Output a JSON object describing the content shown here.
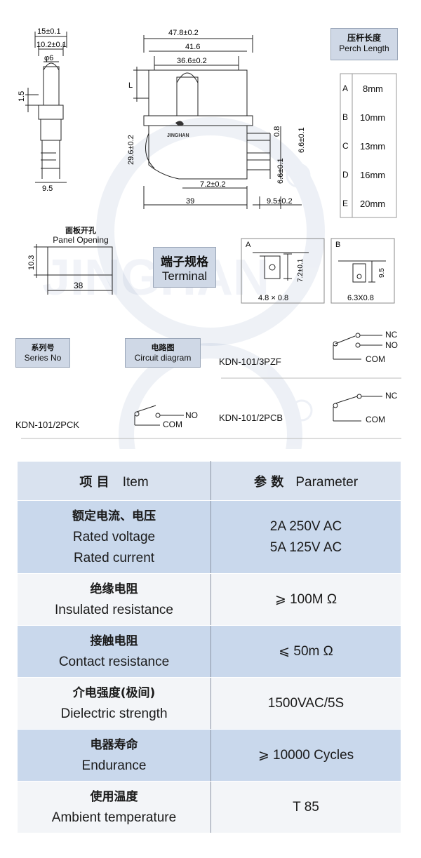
{
  "drawing": {
    "side_dims": [
      "15±0.1",
      "10.2±0.1",
      "φ6",
      "1.5",
      "9.5"
    ],
    "main_dims": [
      "47.8±0.2",
      "41.6",
      "36.6±0.2",
      "L",
      "29.6±0.2",
      "0.8",
      "6.6±0.1",
      "6.6±0.1",
      "7.2±0.2",
      "39",
      "9.5±0.2"
    ],
    "logo_text": "JINGHAN",
    "watermark_text": "JINGHAN"
  },
  "perch": {
    "title_cn": "压杆长度",
    "title_en": "Perch Length",
    "rows": [
      {
        "key": "A",
        "value": "8mm"
      },
      {
        "key": "B",
        "value": "10mm"
      },
      {
        "key": "C",
        "value": "13mm"
      },
      {
        "key": "D",
        "value": "16mm"
      },
      {
        "key": "E",
        "value": "20mm"
      }
    ]
  },
  "panel": {
    "title_cn": "面板开孔",
    "title_en": "Panel Opening",
    "height": "10.3",
    "width": "38"
  },
  "terminal": {
    "title_cn": "端子规格",
    "title_en": "Terminal",
    "a": {
      "label": "A",
      "dim_v": "7.2±0.1",
      "size": "4.8 × 0.8"
    },
    "b": {
      "label": "B",
      "dim_v": "9.5",
      "size": "6.3X0.8"
    }
  },
  "series": {
    "title_cn": "系列号",
    "title_en": "Series No",
    "circuit_cn": "电路图",
    "circuit_en": "Circuit diagram",
    "items": [
      {
        "name": "KDN-101/3PZF",
        "labels": [
          "NC",
          "NO",
          "COM"
        ]
      },
      {
        "name": "KDN-101/2PCK",
        "labels": [
          "NO",
          "COM"
        ]
      },
      {
        "name": "KDN-101/2PCB",
        "labels": [
          "NC",
          "COM"
        ]
      }
    ]
  },
  "params": {
    "header": {
      "item_cn": "项 目",
      "item_en": "Item",
      "param_cn": "参 数",
      "param_en": "Parameter"
    },
    "rows": [
      {
        "item": [
          "额定电流、电压",
          "Rated voltage",
          "Rated current"
        ],
        "param": [
          "2A  250V AC",
          "5A  125V AC"
        ]
      },
      {
        "item": [
          "绝缘电阻",
          "Insulated resistance"
        ],
        "param": [
          "⩾ 100M Ω"
        ]
      },
      {
        "item": [
          "接触电阻",
          "Contact resistance"
        ],
        "param": [
          "⩽ 50m Ω"
        ]
      },
      {
        "item": [
          "介电强度(极间)",
          "Dielectric strength"
        ],
        "param": [
          "1500VAC/5S"
        ]
      },
      {
        "item": [
          "电器寿命",
          "Endurance"
        ],
        "param": [
          "⩾ 10000 Cycles"
        ]
      },
      {
        "item": [
          "使用温度",
          "Ambient temperature"
        ],
        "param": [
          "T 85"
        ]
      }
    ]
  }
}
